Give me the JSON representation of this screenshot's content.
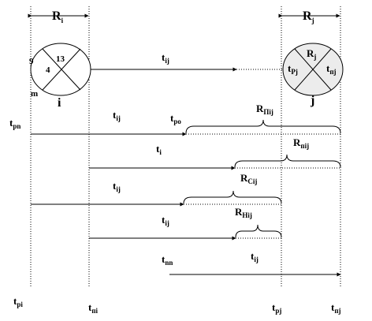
{
  "nodes": {
    "i": {
      "top_label": "R",
      "top_sub": "i",
      "left_num": "9",
      "mid_num": "4",
      "right_num": "13",
      "bottom_left_mark": "m",
      "bottom_label": "i"
    },
    "j": {
      "top_label": "R",
      "top_sub": "j",
      "top_text": "R",
      "top_text_sub": "j",
      "left_text": "t",
      "left_sub": "Pj",
      "right_text": "t",
      "right_sub": "пj",
      "bottom_label": "j"
    }
  },
  "arrow_label": {
    "base": "t",
    "sub": "ij"
  },
  "rows": [
    {
      "left_base": "t",
      "left_sub": "pn"
    },
    {
      "label_base": "t",
      "label_sub": "ij",
      "mid_base": "t",
      "mid_sub": "po",
      "brace_base": "R",
      "brace_sub": "Пij"
    },
    {
      "label_base": "t",
      "label_sub": "i",
      "brace_base": "R",
      "brace_sub": "пij"
    },
    {
      "label_base": "t",
      "label_sub": "ij",
      "brace_base": "R",
      "brace_sub": "Cij"
    },
    {
      "label_base": "t",
      "label_sub": "ij",
      "brace_base": "R",
      "brace_sub": "Hij"
    },
    {
      "label_base": "t",
      "label_sub": "nn",
      "right_base": "t",
      "right_sub": "ij"
    }
  ],
  "bottom_labels": [
    {
      "base": "t",
      "sub": "pi"
    },
    {
      "base": "t",
      "sub": "пi"
    },
    {
      "base": "t",
      "sub": "pj"
    },
    {
      "base": "t",
      "sub": "пj"
    }
  ]
}
